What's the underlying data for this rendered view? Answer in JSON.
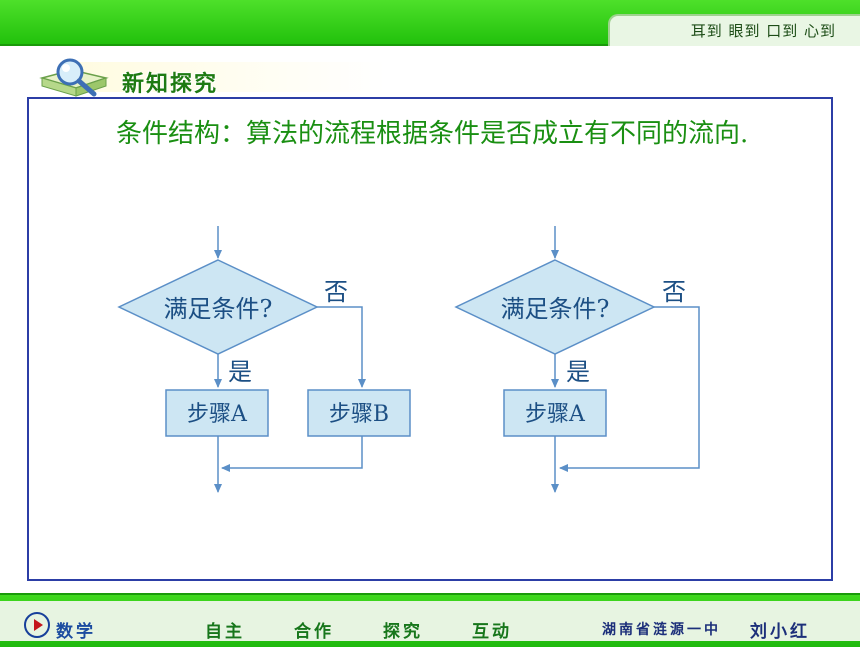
{
  "header": {
    "motto": "耳到  眼到  口到  心到"
  },
  "section": {
    "title": "新知探究"
  },
  "content": {
    "description": "条件结构：算法的流程根据条件是否成立有不同的流向."
  },
  "flowchart_left": {
    "condition": "满足条件?",
    "no_label": "否",
    "yes_label": "是",
    "step_a": "步骤A",
    "step_b": "步骤B"
  },
  "flowchart_right": {
    "condition": "满足条件?",
    "no_label": "否",
    "yes_label": "是",
    "step_a": "步骤A"
  },
  "footer": {
    "subject": "数学",
    "nav": [
      "自主",
      "合作",
      "探究",
      "互动"
    ],
    "school": "湖南省涟源一中",
    "author": "刘小红"
  },
  "colors": {
    "bar_green": "#22c10c",
    "frame_blue": "#2c3ea6",
    "text_green": "#1a8f12",
    "shape_fill": "#cde6f3",
    "shape_stroke": "#5b8fc7"
  }
}
